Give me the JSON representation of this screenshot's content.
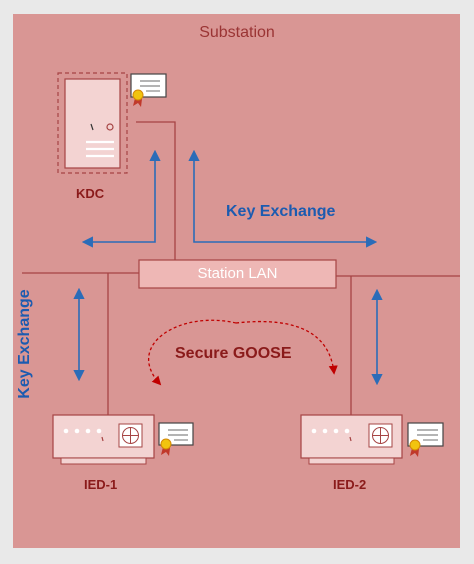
{
  "diagram": {
    "title": "Substation",
    "lan_label": "Station LAN",
    "kdc_label": "KDC",
    "ied1_label": "IED-1",
    "ied2_label": "IED-2",
    "key_exchange_top": "Key Exchange",
    "key_exchange_side": "Key Exchange",
    "secure_goose": "Secure GOOSE"
  },
  "colors": {
    "background": "#d99694",
    "device_fill": "#f3d3d2",
    "device_stroke": "#a64444",
    "arrow_blue": "#2b6cb8",
    "goose_red": "#c00000",
    "label_dark_red": "#8a1a1a"
  },
  "icons": [
    "server-icon",
    "certificate-icon",
    "ied-device-icon",
    "shield-badge-icon"
  ]
}
